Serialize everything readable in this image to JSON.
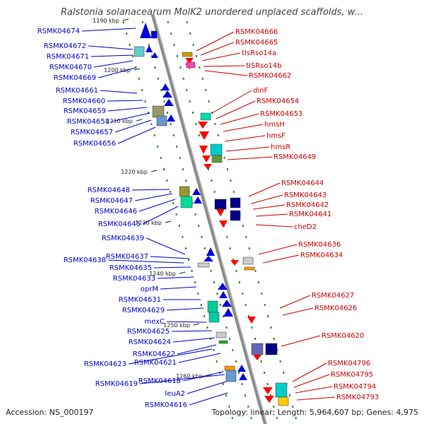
{
  "title": "Ralstonia solanacearum MolK2 unordered unplaced scaffolds, w...",
  "accession": "Accession: NS_000197",
  "topology": "Topology: linear; Length: 5,964,607 bp; Genes: 4,975",
  "scale_ticks": [
    "1190 kbp",
    "1200 kbp",
    "1210 kbp",
    "1220 kbp",
    "1230 kbp",
    "1240 kbp",
    "1250 kbp",
    "1260 kbp"
  ],
  "colors": {
    "minus_strand_label": "#0000cc",
    "plus_strand_label": "#cc0000",
    "backbone": "#8a8a8a",
    "leader_minus": "#0000cc",
    "leader_plus": "#cc0000",
    "track_dot": "#2e8b2e"
  },
  "left_labels": [
    "RSMK04674",
    "RSMK04672",
    "RSMK04671",
    "RSMK04670",
    "RSMK04669",
    "RSMK04661",
    "RSMK04660",
    "RSMK04659",
    "RSMK04658",
    "RSMK04657",
    "RSMK04656",
    "RSMK04648",
    "RSMK04647",
    "RSMK04646",
    "RSMK04645",
    "RSMK04639",
    "RSMK04637",
    "RSMK04638",
    "RSMK04635",
    "RSMK04633",
    "oprM",
    "RSMK04631",
    "RSMK04629",
    "mexC",
    "RSMK04625",
    "RSMK04624",
    "RSMK04622",
    "RSMK04623",
    "RSMK04621",
    "RSMK04618",
    "RSMK04619",
    "leuA2",
    "RSMK04616"
  ],
  "right_labels": [
    "RSMK04666",
    "RSMK04665",
    "tIsRso14a",
    "tISRso14b",
    "RSMK04662",
    "dinF",
    "RSMK04654",
    "RSMK04653",
    "hmsH",
    "hmsF",
    "hmsR",
    "RSMK04649",
    "RSMK04644",
    "RSMK04643",
    "RSMK04642",
    "RSMK04641",
    "cheD2",
    "RSMK04636",
    "RSMK04634",
    "RSMK04627",
    "RSMK04626",
    "RSMK04620",
    "RSMK04796",
    "RSMK04795",
    "RSMK04794",
    "RSMK04793"
  ]
}
